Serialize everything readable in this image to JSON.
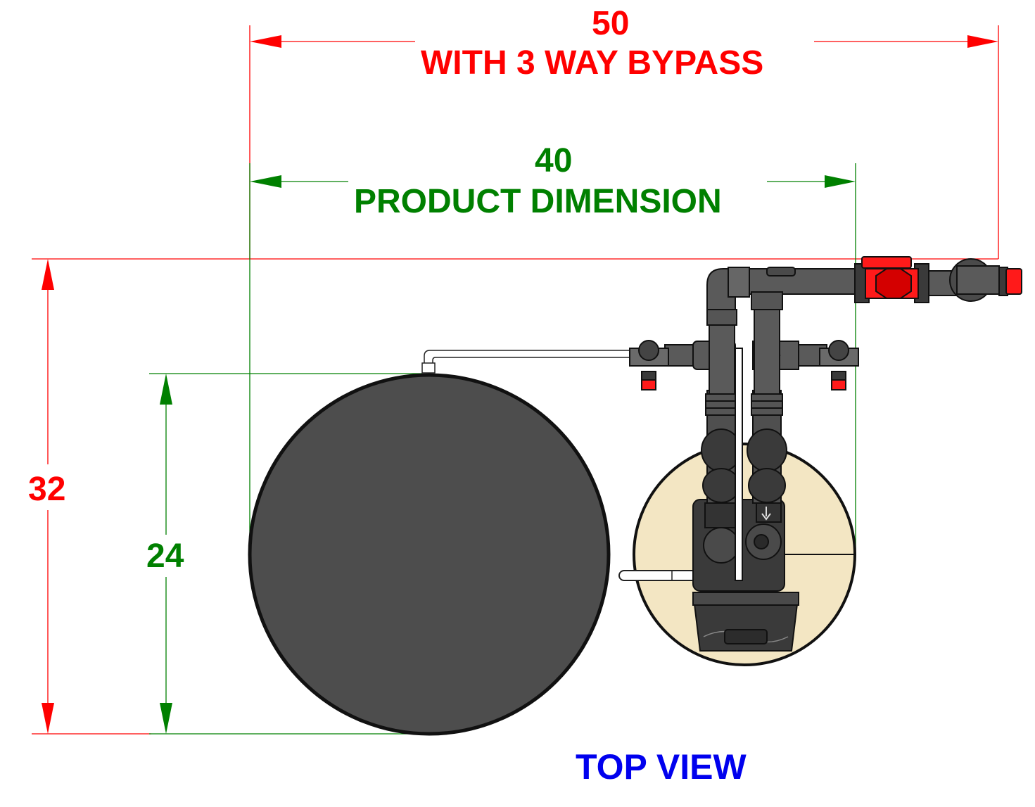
{
  "dimensions": {
    "overall_width": {
      "value": "50",
      "note": "WITH 3 WAY BYPASS"
    },
    "product_width": {
      "value": "40",
      "note": "PRODUCT DIMENSION"
    },
    "overall_depth": {
      "value": "32"
    },
    "tank_diameter": {
      "value": "24"
    }
  },
  "view_label": "TOP VIEW",
  "colors": {
    "overall_dim": "#ff0000",
    "product_dim": "#008000",
    "view_label": "#0000ee",
    "brine_tank": "#4d4d4d",
    "resin_tank": "#f3e6c3",
    "pipe": "#555555",
    "valve_handle": "#ff1a1a"
  }
}
